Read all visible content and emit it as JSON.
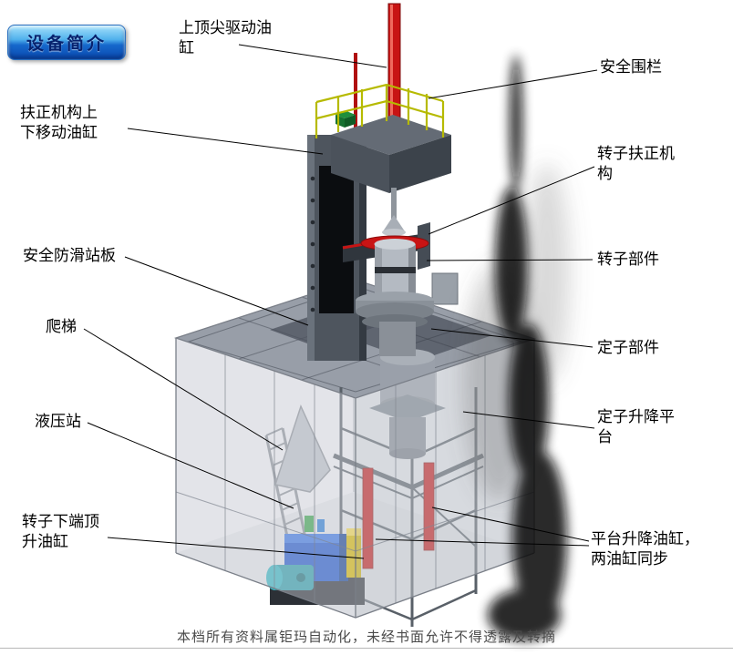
{
  "badge": {
    "label": "设备简介"
  },
  "labels": {
    "top_cylinder": "上顶尖驱动油缸",
    "safety_fence": "安全围栏",
    "righting_cylinder": "扶正机构上下移动油缸",
    "rotor_righting": "转子扶正机构",
    "anti_slip_plate": "安全防滑站板",
    "rotor_part": "转子部件",
    "ladder": "爬梯",
    "stator_part": "定子部件",
    "hydraulic_station": "液压站",
    "stator_lift_platform": "定子升降平台",
    "rotor_bottom_cylinder": "转子下端顶升油缸",
    "platform_lift_cylinder": "平台升降油缸，两油缸同步"
  },
  "watermark": {
    "text": "本档所有资料属钜玛自动化，未经书面允许不得透露及转摘"
  },
  "colors": {
    "cylinder_red": "#c81414",
    "railing_yellow": "#b6ba00",
    "hydraulic_blue": "#1f55c8",
    "badge_blue": "#1668cc",
    "frame_gray": "#9aa0aa"
  }
}
